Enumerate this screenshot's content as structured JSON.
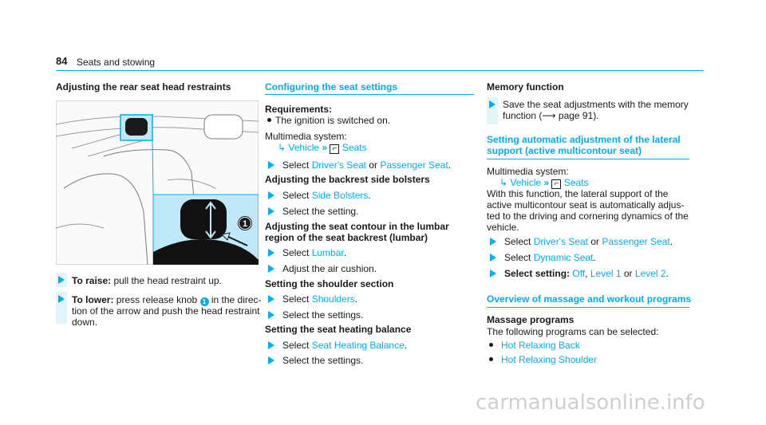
{
  "header": {
    "page_number": "84",
    "section": "Seats and stowing"
  },
  "left": {
    "title": "Adjusting the rear seat head restraints",
    "knob_number": "1",
    "step1_bold": "To raise:",
    "step1_text": " pull the head restraint up.",
    "step2_bold": "To lower:",
    "step2_pre": " press release knob ",
    "step2_post": " in the direc-",
    "step2_line2": "tion of the arrow and push the head restraint",
    "step2_line3": "down."
  },
  "middle": {
    "title": "Configuring the seat settings",
    "req_label": "Requirements:",
    "req_item": "The ignition is switched on.",
    "multimedia": "Multimedia system:",
    "nav_vehicle": "Vehicle",
    "nav_seats": "Seats",
    "select": "Select ",
    "drivers_seat": "Driver's Seat",
    "or": " or ",
    "passenger_seat": "Passenger Seat",
    "period": ".",
    "h_backrest": "Adjusting the backrest side bolsters",
    "side_bolsters": "Side Bolsters",
    "select_setting": "Select the setting.",
    "h_lumbar1": "Adjusting the seat contour in the lumbar",
    "h_lumbar2": "region of the seat backrest (lumbar)",
    "lumbar": "Lumbar",
    "adjust_air": "Adjust the air cushion.",
    "h_shoulder": "Setting the shoulder section",
    "shoulders": "Shoulders",
    "select_settings": "Select the settings.",
    "h_heating": "Setting the seat heating balance",
    "heating_balance": "Seat Heating Balance"
  },
  "right": {
    "h_memory": "Memory function",
    "save1": "Save the seat adjustments with the memory",
    "save2_pre": "function (",
    "save2_post": "page 91).",
    "h_auto1": "Setting automatic adjustment of the lateral",
    "h_auto2": "support (active multicontour seat)",
    "multimedia": "Multimedia system:",
    "nav_vehicle": "Vehicle",
    "nav_seats": "Seats",
    "desc1": "With this function, the lateral support of the",
    "desc2": "active multicontour seat is automatically adjus-",
    "desc3": "ted to the driving and cornering dynamics of the",
    "desc4": "vehicle.",
    "select": "Select ",
    "drivers_seat": "Driver's Seat",
    "or": " or ",
    "passenger_seat": "Passenger Seat",
    "period": ".",
    "dynamic_seat": "Dynamic Seat",
    "select_setting_bold": "Select setting:",
    "off": "Off",
    "comma": ", ",
    "level1": "Level 1",
    "level2": "Level 2",
    "h_overview": "Overview of massage and workout programs",
    "h_massage": "Massage programs",
    "following": "The following programs can be selected:",
    "prog1": "Hot Relaxing Back",
    "prog2": "Hot Relaxing Shoulder"
  },
  "watermark": "carmanualsonline.info"
}
